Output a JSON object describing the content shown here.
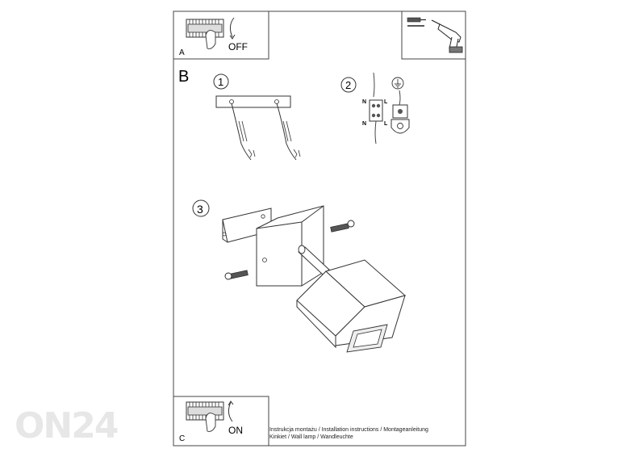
{
  "panel_a": {
    "letter": "A",
    "action": "OFF"
  },
  "panel_b": {
    "letter": "B",
    "step1": "1",
    "step2": "2",
    "step3": "3",
    "wire_labels": [
      "N",
      "L",
      "N",
      "L"
    ]
  },
  "panel_c": {
    "letter": "C",
    "action": "ON"
  },
  "footer": {
    "line1": "Instrukcja montażu / Installation instructions / Montageanleitung",
    "line2": "Kinkiet  / Wall lamp / Wandleuchte"
  },
  "watermark": "ON24",
  "icons": [
    "switch-off-icon",
    "drill-icon",
    "wall-plug-icon",
    "ground-symbol-icon",
    "screw-icon",
    "switch-on-icon"
  ]
}
